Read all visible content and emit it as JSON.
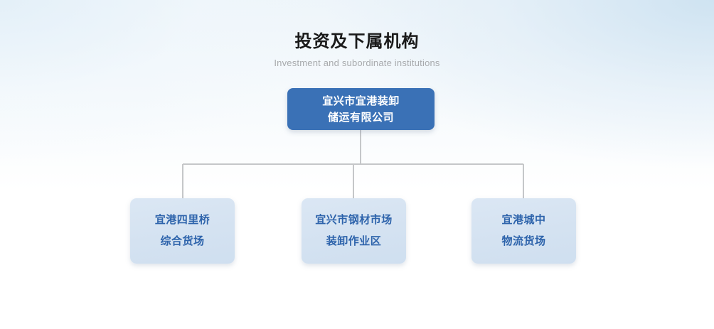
{
  "header": {
    "title_cn": "投资及下属机构",
    "title_en": "Investment and subordinate institutions"
  },
  "colors": {
    "root_node_bg": "#3a71b6",
    "root_node_text": "#ffffff",
    "child_node_bg": "#d6e3f2",
    "child_node_text": "#2d63ab",
    "connector_line": "#c5c7c9",
    "title_text": "#1a1a1a",
    "subtitle_text": "#a8aaad",
    "page_background": "#ffffff"
  },
  "chart_data": {
    "type": "org-chart",
    "title": "投资及下属机构",
    "subtitle": "Investment and subordinate institutions",
    "orientation": "top-down",
    "levels": 2,
    "root": {
      "id": "root",
      "lines": [
        "宜兴市宜港装卸",
        "储运有限公司"
      ],
      "full_text": "宜兴市宜港装卸储运有限公司"
    },
    "children": [
      {
        "id": "child-1",
        "lines": [
          "宜港四里桥",
          "综合货场"
        ],
        "full_text": "宜港四里桥综合货场"
      },
      {
        "id": "child-2",
        "lines": [
          "宜兴市钢材市场",
          "装卸作业区"
        ],
        "full_text": "宜兴市钢材市场装卸作业区"
      },
      {
        "id": "child-3",
        "lines": [
          "宜港城中",
          "物流货场"
        ],
        "full_text": "宜港城中物流货场"
      }
    ]
  }
}
